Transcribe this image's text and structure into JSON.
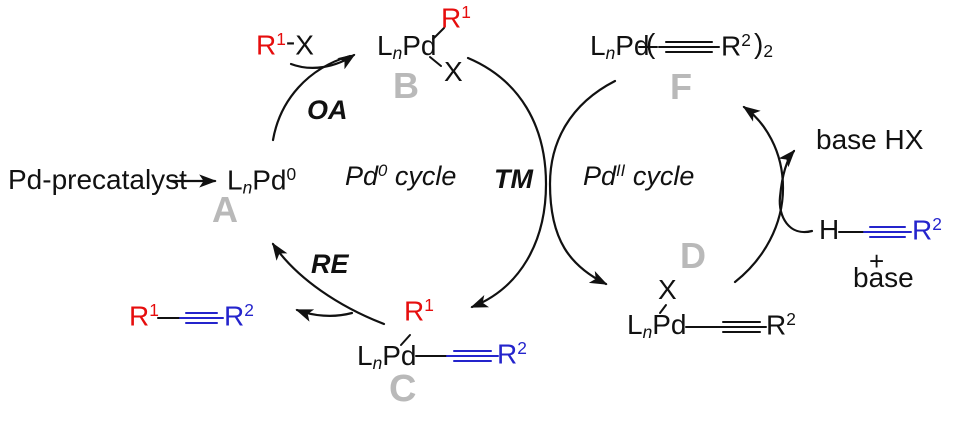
{
  "colors": {
    "red": "#e60d0d",
    "blue": "#2424cc",
    "gray_tag": "#b9b9b9",
    "black": "#111111"
  },
  "precatalyst_label": "Pd-precatalyst",
  "species": {
    "a": {
      "L": "L",
      "n": "n",
      "Pd": "Pd",
      "oxidation": "0",
      "tag": "A"
    },
    "b": {
      "L": "L",
      "n": "n",
      "Pd": "Pd",
      "R": "R",
      "r_sup": "1",
      "X": "X",
      "tag": "B"
    },
    "c": {
      "L": "L",
      "n": "n",
      "Pd": "Pd",
      "R1": "R",
      "r1_sup": "1",
      "R2": "R",
      "r2_sup": "2",
      "tag": "C"
    },
    "d": {
      "X": "X",
      "L": "L",
      "n": "n",
      "Pd": "Pd",
      "R2": "R",
      "r2_sup": "2",
      "tag": "D"
    },
    "f": {
      "L": "L",
      "n": "n",
      "Pd": "Pd",
      "paren_open": "(",
      "R2": "R",
      "r2_sup": "2",
      "paren_close": ")",
      "stoich_sub": "2",
      "tag": "F"
    }
  },
  "reagents": {
    "r1x": {
      "R": "R",
      "sup": "1",
      "bond": "-",
      "X": "X"
    },
    "alkyne": {
      "H": "H",
      "R2": "R",
      "r2_sup": "2"
    },
    "plus": "+",
    "base": "base",
    "base_hx": "base HX",
    "product": {
      "R1": "R",
      "r1_sup": "1",
      "R2": "R",
      "r2_sup": "2"
    }
  },
  "steps": {
    "oa": "OA",
    "tm": "TM",
    "re": "RE"
  },
  "cycles": {
    "left": {
      "Pd": "Pd",
      "sup": "0",
      "rest": " cycle"
    },
    "right": {
      "Pd": "Pd",
      "sup": "II",
      "rest": " cycle"
    }
  }
}
